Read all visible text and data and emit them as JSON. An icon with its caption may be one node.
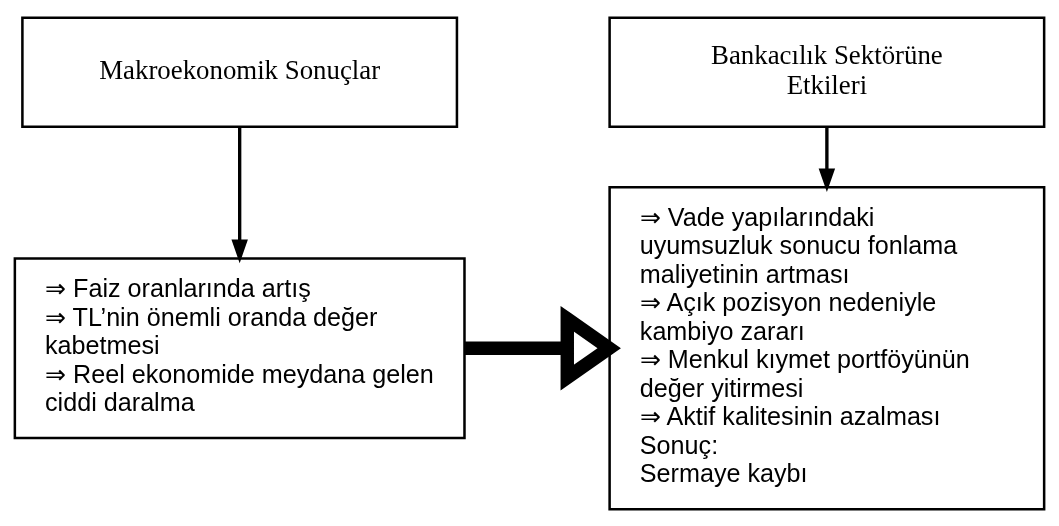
{
  "diagram": {
    "nodes": [
      {
        "text": [
          "Makroekonomik Sonuçlar"
        ]
      },
      {
        "text": [
          "⇒ Faiz oranlarında artış",
          "⇒ TL’nin önemli oranda değer kabetmesi",
          "⇒ Reel ekonomide meydana gelen ciddi daralma"
        ]
      },
      {
        "text": [
          "Bankacılık Sektörüne Etkileri"
        ]
      },
      {
        "text": [
          "⇒ Vade yapılarındaki uyumsuzluk sonucu fonlama maliyetinin artması",
          "⇒ Açık pozisyon nedeniyle kambiyo zararı",
          "⇒ Menkul kıymet portföyünün değer yitirmesi",
          "⇒ Aktif kalitesinin azalması",
          "Sonuç:",
          "Sermaye kaybı"
        ]
      }
    ],
    "edges": [
      {
        "from": 0,
        "to": 1,
        "arrow": "to"
      },
      {
        "from": 2,
        "to": 3,
        "arrow": "to"
      },
      {
        "from": 1,
        "to": 3,
        "arrow": "to",
        "style": "thick"
      }
    ]
  }
}
